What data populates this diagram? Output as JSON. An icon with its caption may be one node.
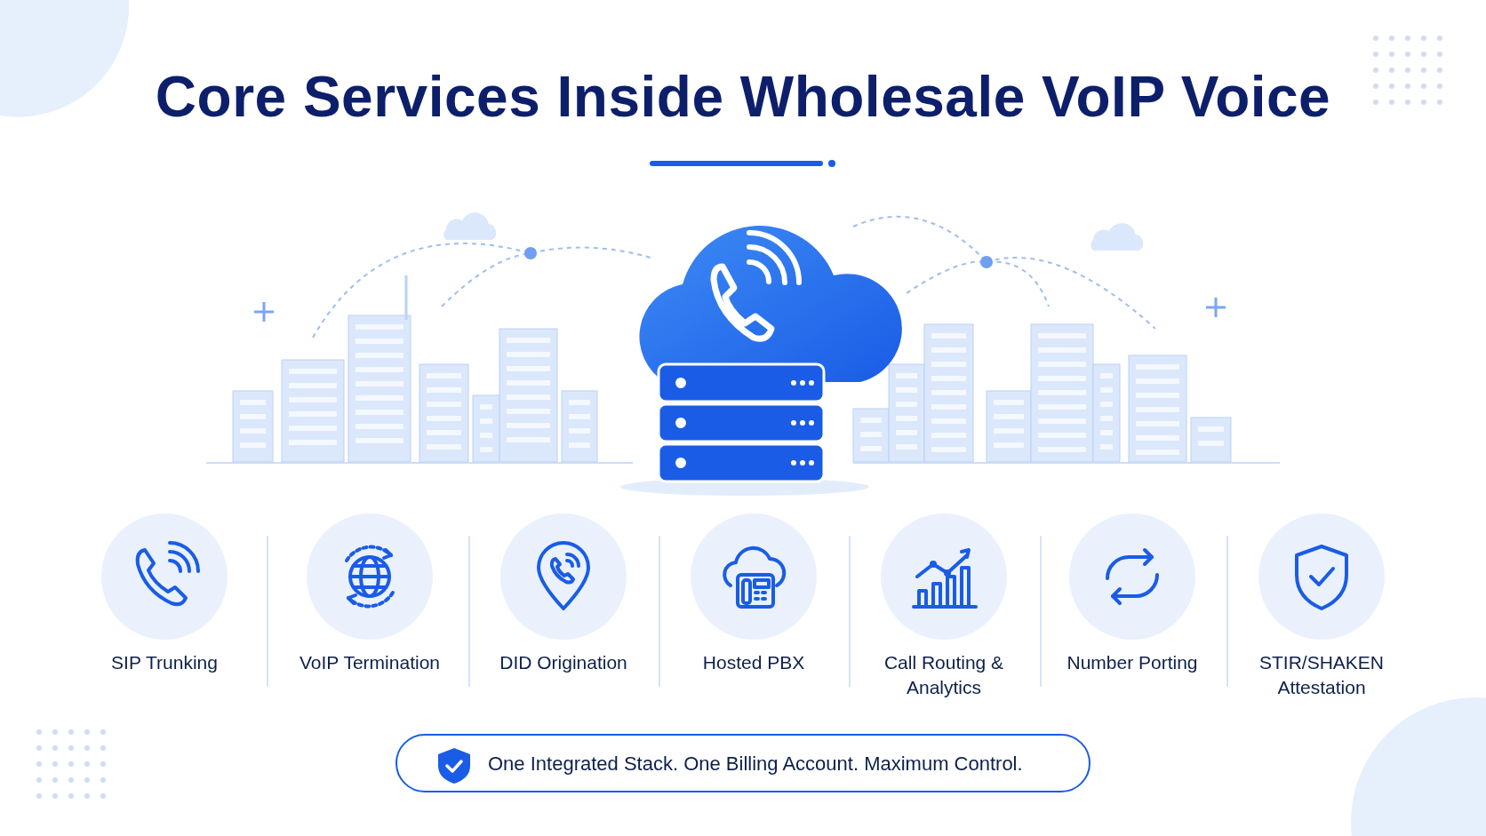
{
  "diagram": {
    "title": "Core Services Inside Wholesale VoIP Voice",
    "nodes": [
      {
        "text": [
          "SIP Trunking"
        ]
      },
      {
        "text": [
          "VoIP Termination"
        ]
      },
      {
        "text": [
          "DID Origination"
        ]
      },
      {
        "text": [
          "Hosted PBX"
        ]
      },
      {
        "text": [
          "Call Routing & Analytics"
        ]
      },
      {
        "text": [
          "Number Porting"
        ]
      },
      {
        "text": [
          "STIR/SHAKEN Attestation"
        ]
      },
      {
        "text": [
          "One Integrated Stack. One Billing Account. Maximum Control."
        ]
      }
    ]
  }
}
